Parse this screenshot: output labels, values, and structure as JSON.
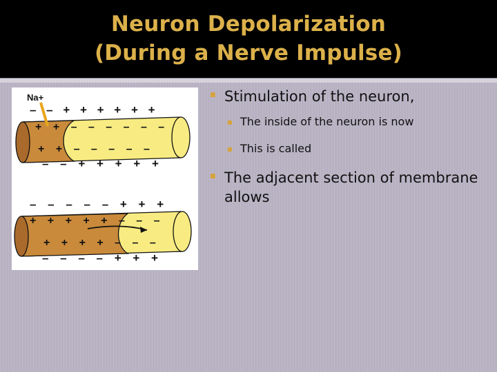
{
  "slide": {
    "title_line1": "Neuron Depolarization",
    "title_line2": "(During a Nerve Impulse)",
    "bullets": [
      "Stimulation of the neuron,",
      "The inside of the neuron is now",
      "This is called",
      "The adjacent section of membrane  allows"
    ],
    "figure": {
      "ion_label": "Na+",
      "top_outer_charges": "– – + + + + + +",
      "top_inner_top": "+ + – – – – – –",
      "top_inner_bottom": "+ + – – – – –",
      "top_outer_bottom": "– – + + + + +",
      "bottom_outer_top": "– – – – – + + +",
      "bottom_inner_top": "+ + + + + – – –",
      "bottom_inner_bottom": "+ + + + – – –",
      "bottom_outer_bottom": "– – – – + + +"
    }
  },
  "colors": {
    "title_text": "#dcb14a",
    "title_bar": "#000000",
    "background": "#b7b1c2",
    "bullet_marker": "#d6a33d",
    "axon_depolarized": "#c98a3b",
    "axon_resting": "#f7eb82"
  }
}
